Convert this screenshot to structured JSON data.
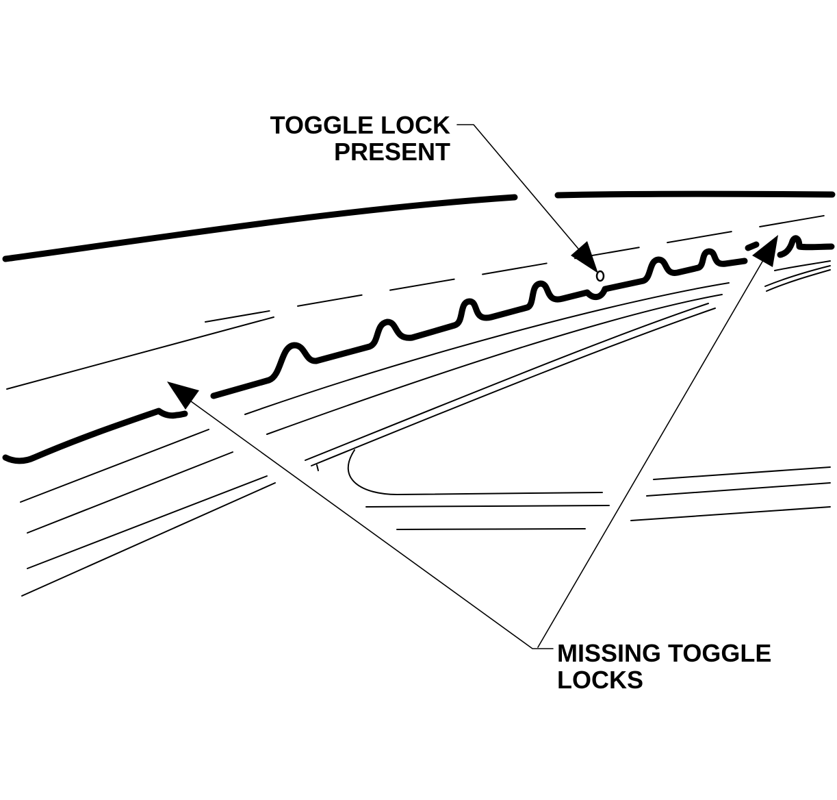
{
  "diagram": {
    "colors": {
      "ink": "#000000",
      "background": "#ffffff"
    },
    "callouts": {
      "toggle_lock_present": {
        "line1": "TOGGLE LOCK",
        "line2": "PRESENT"
      },
      "missing_toggle_locks": {
        "line1": "MISSING TOGGLE",
        "line2": "LOCKS"
      }
    }
  }
}
